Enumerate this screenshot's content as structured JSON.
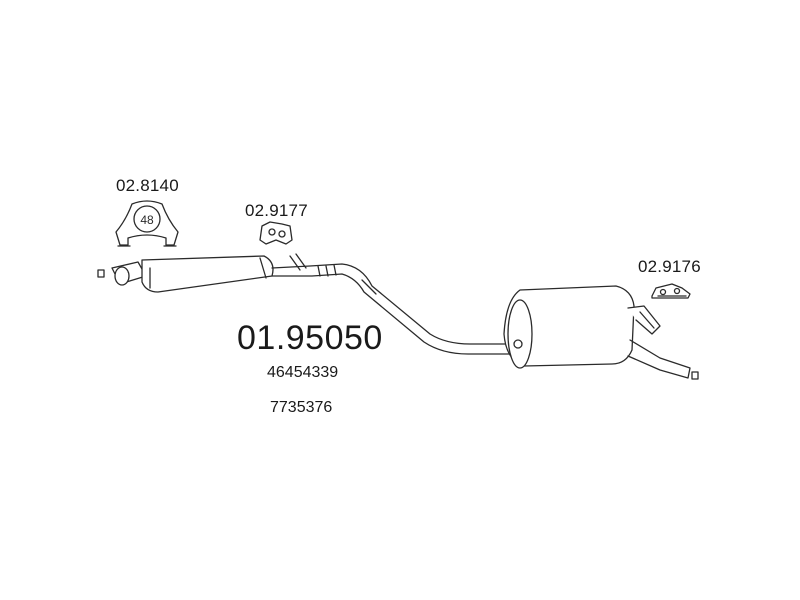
{
  "parts": {
    "clamp": {
      "code": "02.8140",
      "size_marking": "48"
    },
    "mount_front": {
      "code": "02.9177"
    },
    "mount_rear": {
      "code": "02.9176"
    }
  },
  "main_part": {
    "code": "01.95050",
    "oem_numbers": [
      "46454339",
      "7735376"
    ]
  },
  "colors": {
    "line": "#2b2b2b",
    "fill": "#ffffff",
    "text": "#1a1a1a"
  }
}
